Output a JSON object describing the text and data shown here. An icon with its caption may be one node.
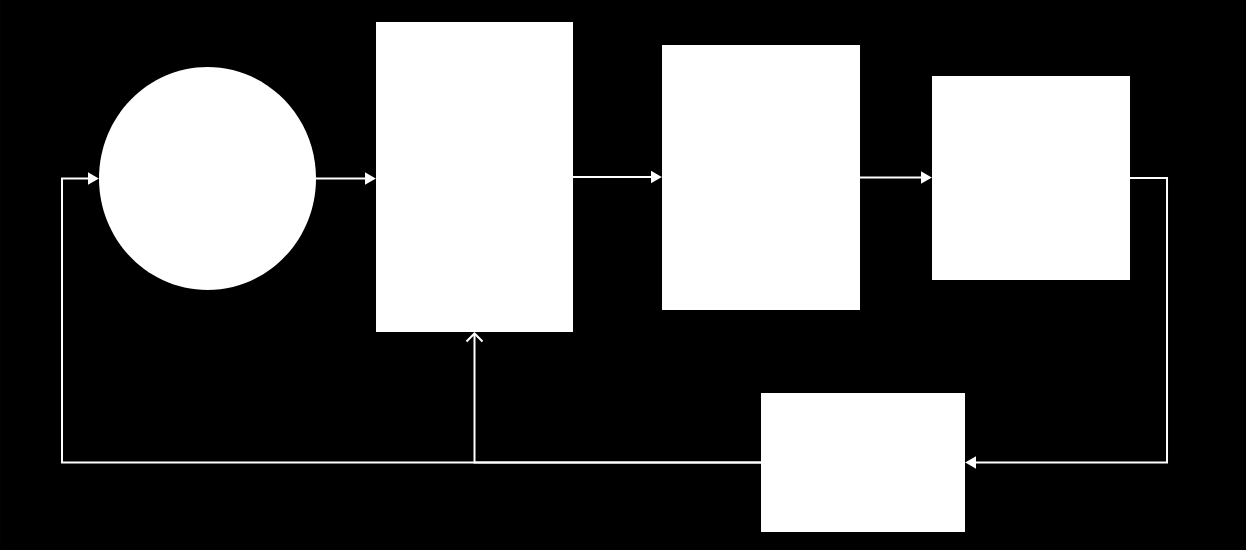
{
  "diagram": {
    "nodes": [
      {
        "text": [],
        "shape": "circle"
      },
      {
        "text": [],
        "shape": "box"
      },
      {
        "text": [],
        "shape": "box"
      },
      {
        "text": [],
        "shape": "box"
      },
      {
        "text": [],
        "shape": "box"
      }
    ],
    "edges": [
      {
        "from": 0,
        "to": 1,
        "arrow": "to"
      },
      {
        "from": 1,
        "to": 2,
        "arrow": "to"
      },
      {
        "from": 2,
        "to": 3,
        "arrow": "to"
      },
      {
        "from": 3,
        "to": 4,
        "arrow": "to"
      },
      {
        "from": 4,
        "to": 0,
        "arrow": "to"
      },
      {
        "from": 4,
        "to": 1,
        "arrow": "to"
      }
    ]
  }
}
